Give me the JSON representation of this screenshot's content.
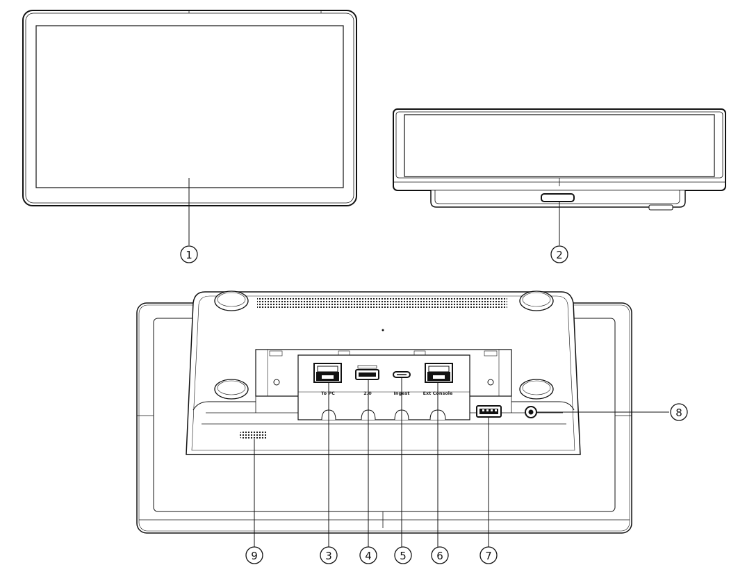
{
  "callouts": [
    "1",
    "2",
    "3",
    "4",
    "5",
    "6",
    "7",
    "8",
    "9"
  ],
  "port_labels": {
    "to_pc": "To PC",
    "usb_20": "2.0",
    "ingest": "Ingest",
    "ext_console": "Ext Console"
  }
}
